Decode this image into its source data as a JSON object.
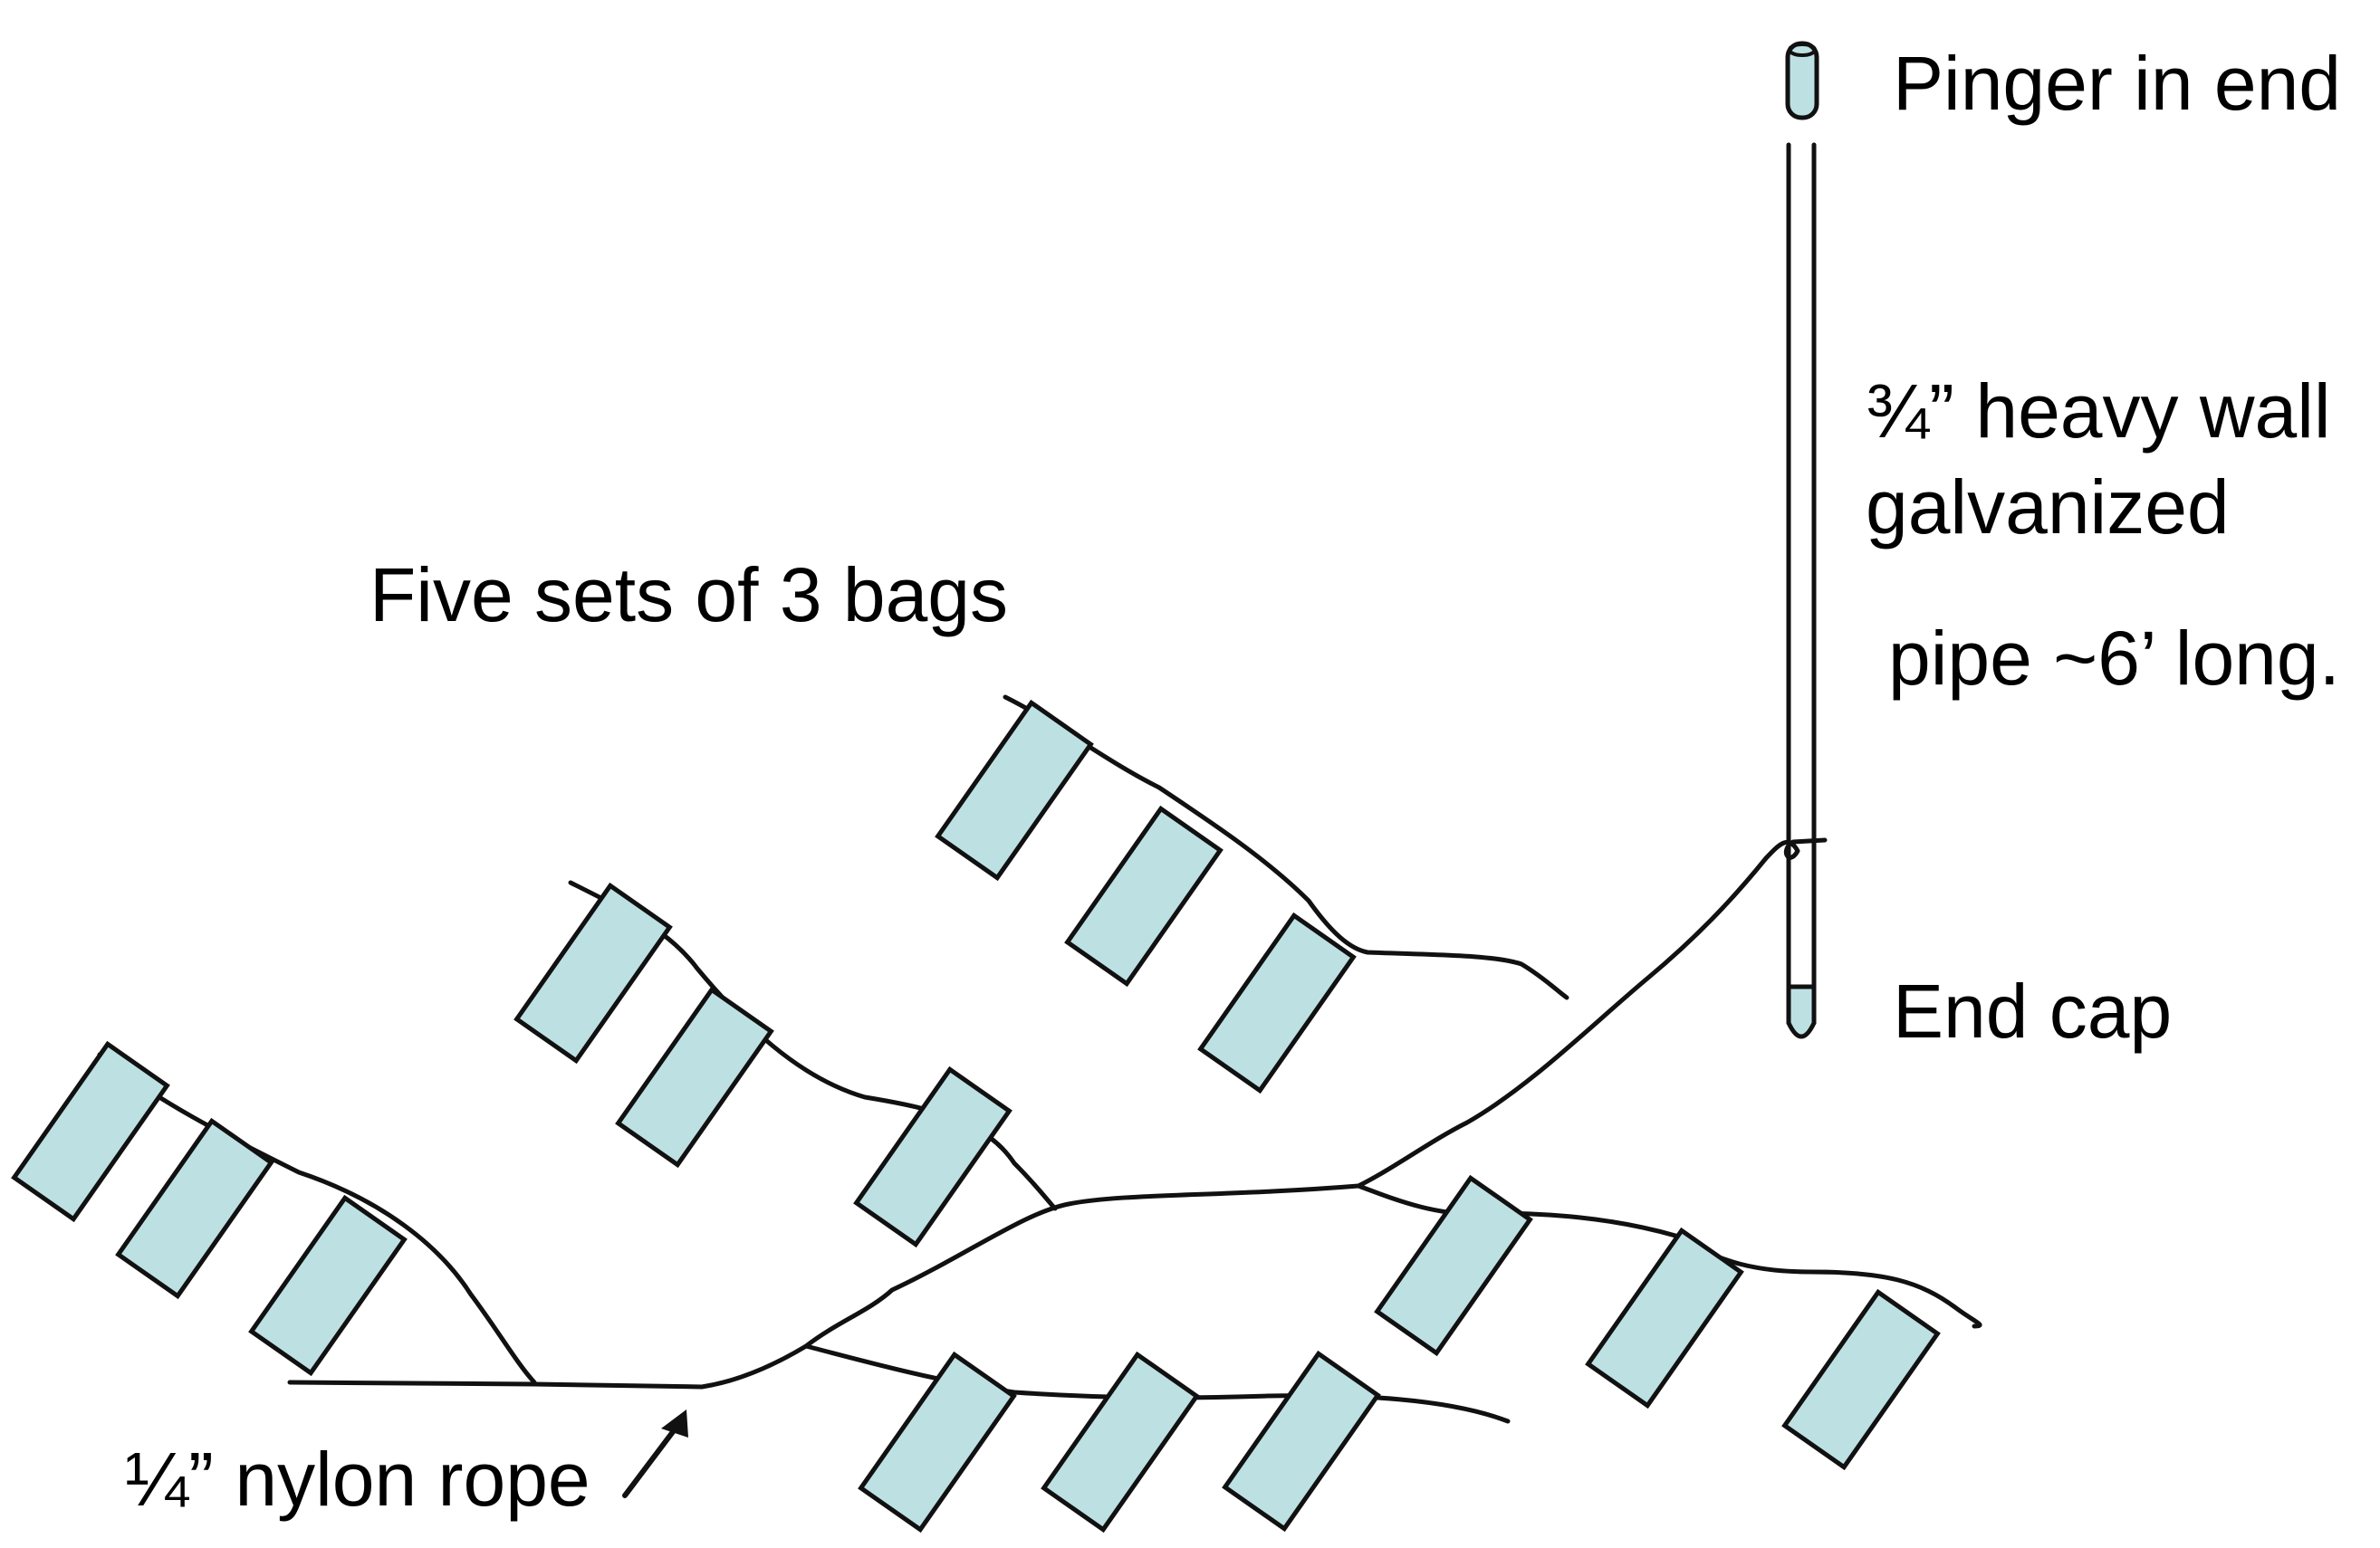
{
  "labels": {
    "pinger": "Pinger in end",
    "pipe_line1": "¾” heavy wall",
    "pipe_line2": "galvanized",
    "pipe_line3": "pipe ~6’ long.",
    "end_cap": "End cap",
    "bags": "Five sets of 3 bags",
    "rope": "¼” nylon rope"
  },
  "colors": {
    "bag_fill": "#bde0e3",
    "line": "#111111",
    "background": "#ffffff"
  },
  "bag_sets": [
    {
      "name": "set-1",
      "bags": 3
    },
    {
      "name": "set-2",
      "bags": 3
    },
    {
      "name": "set-3",
      "bags": 3
    },
    {
      "name": "set-4",
      "bags": 3
    },
    {
      "name": "set-5",
      "bags": 3
    }
  ]
}
